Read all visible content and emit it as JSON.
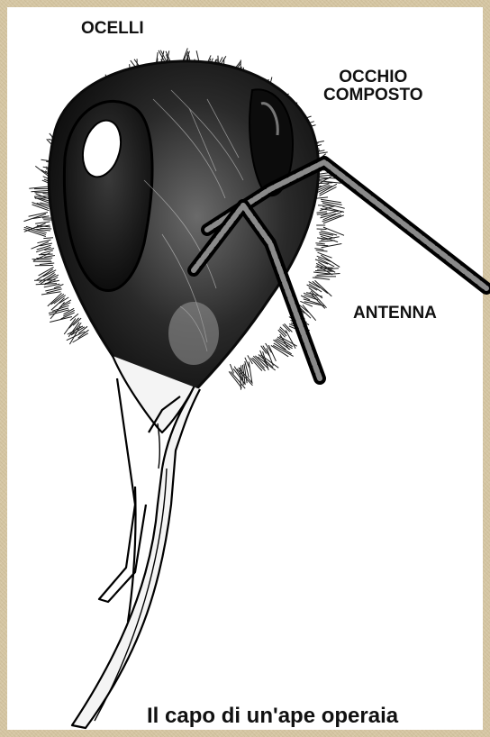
{
  "labels": {
    "ocelli": "OCELLI",
    "occhio_line1": "OCCHIO",
    "occhio_line2": "COMPOSTO",
    "antenna": "ANTENNA"
  },
  "caption": "Il capo di un'ape operaia",
  "colors": {
    "frame": "#d6c7a4",
    "background": "#ffffff",
    "ink": "#111111"
  }
}
